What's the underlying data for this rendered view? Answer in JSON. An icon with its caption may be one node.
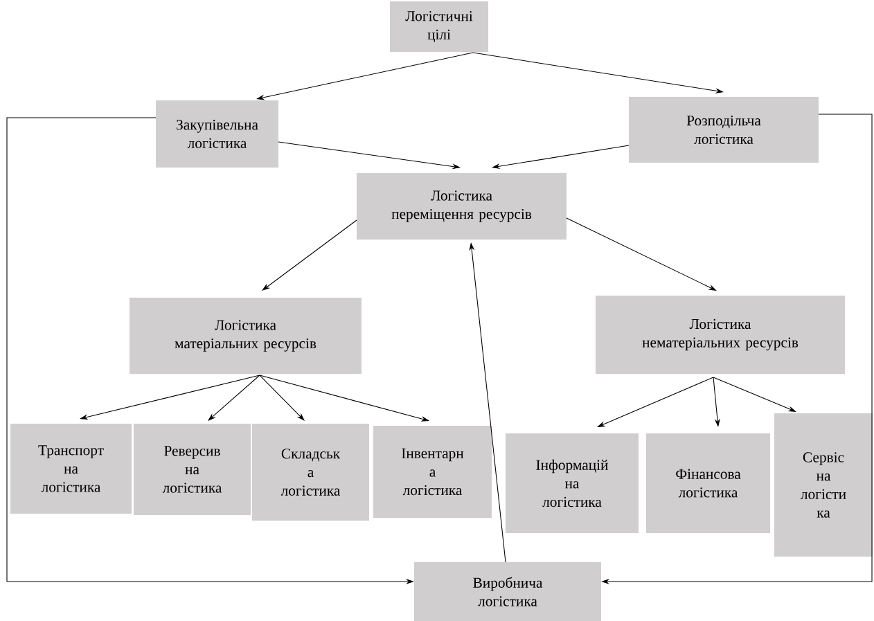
{
  "diagram": {
    "nodes": [
      {
        "text": [
          "Логістичні цілі"
        ]
      },
      {
        "text": [
          "Закупівельна логістика"
        ]
      },
      {
        "text": [
          "Розподільча логістика"
        ]
      },
      {
        "text": [
          "Логістика переміщення ресурсів"
        ]
      },
      {
        "text": [
          "Логістика матеріальних ресурсів"
        ]
      },
      {
        "text": [
          "Логістика нематеріальних ресурсів"
        ]
      },
      {
        "text": [
          "Транспорт на логістика"
        ]
      },
      {
        "text": [
          "Реверсив на логістика"
        ]
      },
      {
        "text": [
          "Складськ а логістика"
        ]
      },
      {
        "text": [
          "Інвентарн а логістика"
        ]
      },
      {
        "text": [
          "Інформацій на логістика"
        ]
      },
      {
        "text": [
          "Фінансова логістика"
        ]
      },
      {
        "text": [
          "Сервіс на логісти ка"
        ]
      },
      {
        "text": [
          "Виробнича логістика"
        ]
      }
    ],
    "edges": [
      {
        "from": 0,
        "to": 1,
        "arrow": "to"
      },
      {
        "from": 0,
        "to": 2,
        "arrow": "to"
      },
      {
        "from": 1,
        "to": 3,
        "arrow": "to"
      },
      {
        "from": 2,
        "to": 3,
        "arrow": "to"
      },
      {
        "from": 3,
        "to": 4,
        "arrow": "to"
      },
      {
        "from": 3,
        "to": 5,
        "arrow": "to"
      },
      {
        "from": 13,
        "to": 3,
        "arrow": "to"
      },
      {
        "from": 4,
        "to": 6,
        "arrow": "to"
      },
      {
        "from": 4,
        "to": 7,
        "arrow": "to"
      },
      {
        "from": 4,
        "to": 8,
        "arrow": "to"
      },
      {
        "from": 4,
        "to": 9,
        "arrow": "to"
      },
      {
        "from": 5,
        "to": 10,
        "arrow": "to"
      },
      {
        "from": 5,
        "to": 11,
        "arrow": "to"
      },
      {
        "from": 5,
        "to": 12,
        "arrow": "to"
      },
      {
        "from": 1,
        "to": 13,
        "arrow": "to"
      },
      {
        "from": 2,
        "to": 13,
        "arrow": "to"
      }
    ]
  }
}
